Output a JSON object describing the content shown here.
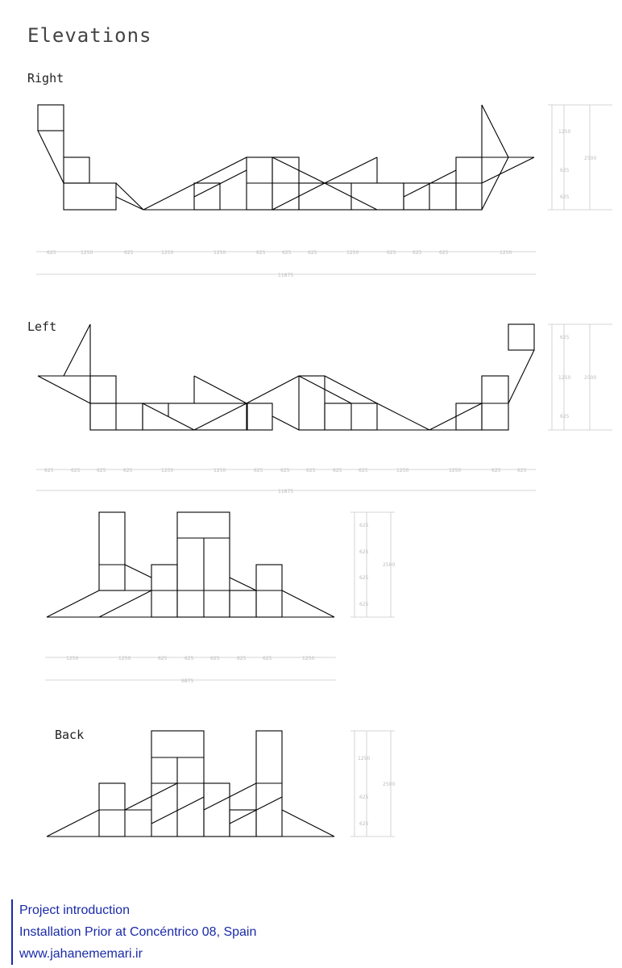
{
  "title": "Elevations",
  "views": {
    "right": {
      "label": "Right",
      "dims_bottom": [
        "625",
        "1250",
        "625",
        "1250",
        "1250",
        "625",
        "625",
        "625",
        "1250",
        "625",
        "625",
        "625",
        "1250"
      ],
      "dims_total": "11875",
      "dims_side": [
        "1250",
        "625",
        "625"
      ],
      "dims_side_total": "2500"
    },
    "left": {
      "label": "Left",
      "dims_bottom": [
        "625",
        "625",
        "625",
        "625",
        "1250",
        "1250",
        "625",
        "625",
        "625",
        "625",
        "625",
        "1250",
        "1250",
        "625",
        "625"
      ],
      "dims_total": "11875",
      "dims_side": [
        "625",
        "1250",
        "625"
      ],
      "dims_side_total": "2500"
    },
    "front": {
      "label": "",
      "dims_bottom": [
        "1250",
        "1250",
        "625",
        "625",
        "625",
        "625",
        "625",
        "1250"
      ],
      "dims_total": "6875",
      "dims_side": [
        "625",
        "625",
        "625",
        "625"
      ],
      "dims_side_total": "2500"
    },
    "back": {
      "label": "Back",
      "dims_side": [
        "1250",
        "625",
        "625"
      ],
      "dims_side_total": "2500"
    }
  },
  "footer": {
    "line1": "Project introduction",
    "line2": "Installation Prior at Concéntrico 08, Spain",
    "line3": "www.jahanememari.ir"
  },
  "colors": {
    "line": "#000000",
    "dimension": "#bbbbbb",
    "footer": "#1a2aa8"
  }
}
